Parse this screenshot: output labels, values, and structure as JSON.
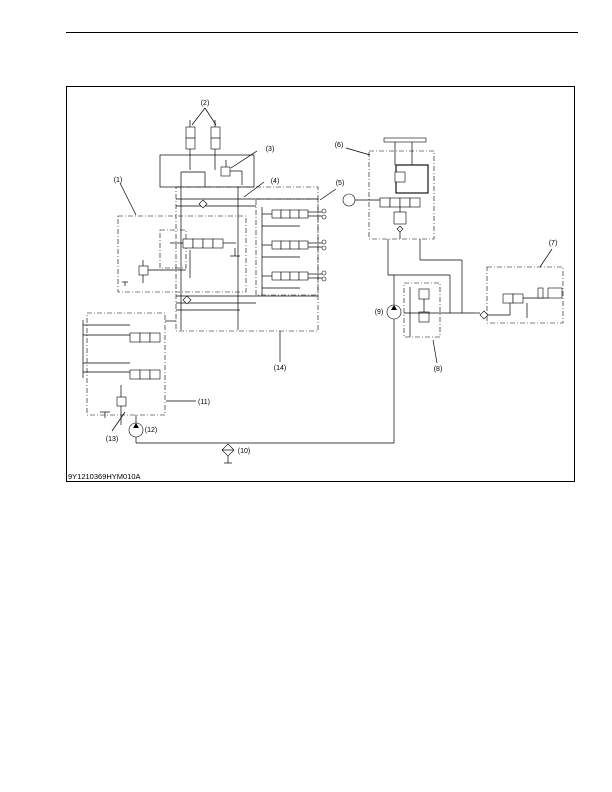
{
  "diagram": {
    "drawing_code": "9Y1210369HYM010A",
    "callouts": [
      "(1)",
      "(2)",
      "(3)",
      "(4)",
      "(5)",
      "(6)",
      "(7)",
      "(8)",
      "(9)",
      "(10)",
      "(11)",
      "(12)",
      "(13)",
      "(14)"
    ]
  }
}
